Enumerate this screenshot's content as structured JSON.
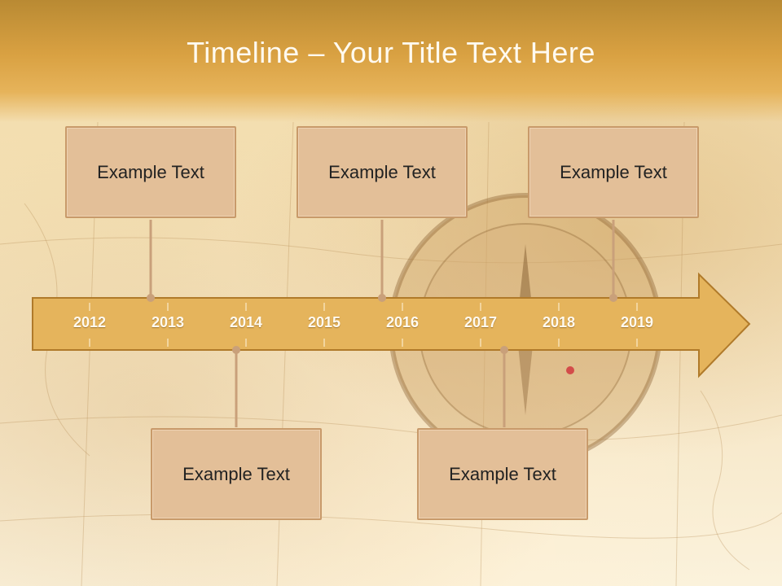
{
  "slide": {
    "title": "Timeline – Your Title Text Here"
  },
  "timeline": {
    "years": [
      "2012",
      "2013",
      "2014",
      "2015",
      "2016",
      "2017",
      "2018",
      "2019"
    ],
    "events": [
      {
        "label": "Example Text"
      },
      {
        "label": "Example Text"
      },
      {
        "label": "Example Text"
      },
      {
        "label": "Example Text"
      },
      {
        "label": "Example Text"
      }
    ]
  },
  "colors": {
    "arrow_fill": "#e5b45c",
    "arrow_stroke": "#b07a2a",
    "box_fill": "#e3bf98",
    "connector": "#c9a07a"
  }
}
